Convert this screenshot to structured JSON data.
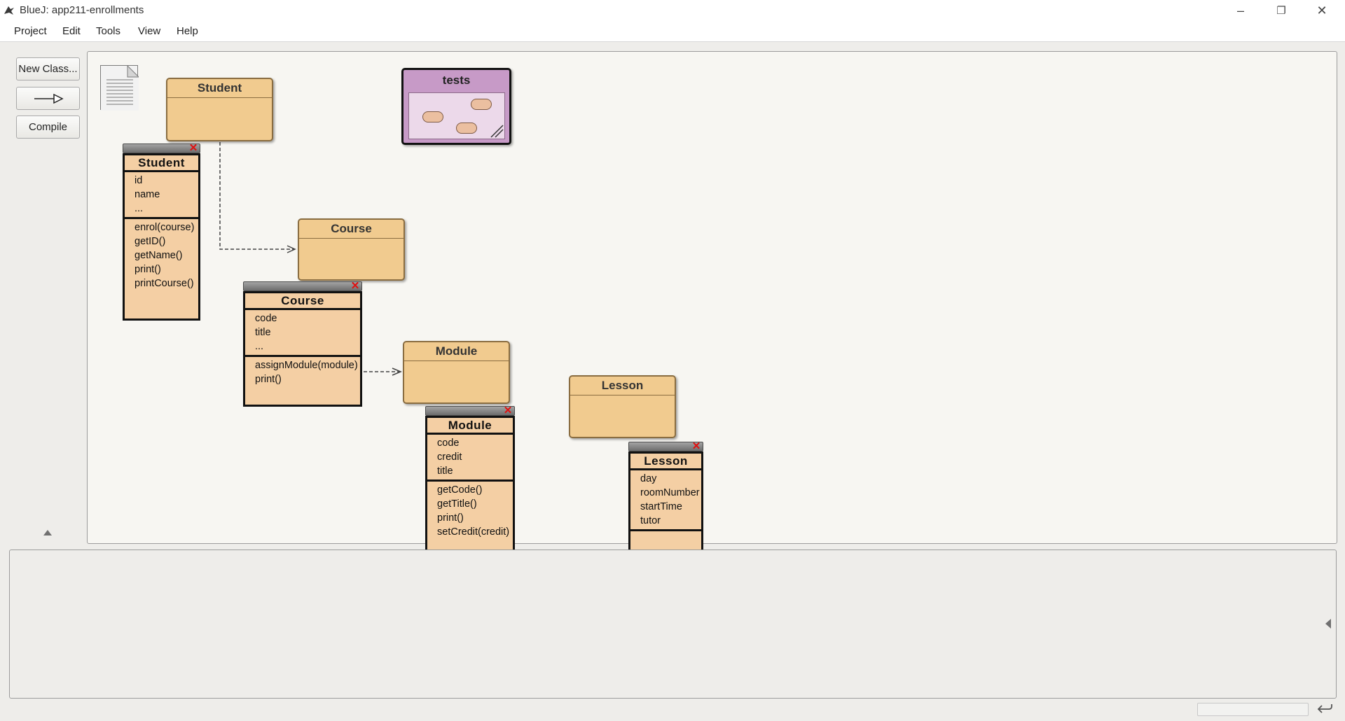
{
  "window": {
    "title": "BlueJ:  app211-enrollments",
    "controls": {
      "minimize": "–",
      "restore": "❐",
      "close": "✕"
    }
  },
  "menu": [
    "Project",
    "Edit",
    "Tools",
    "View",
    "Help"
  ],
  "toolbar": {
    "new_class": "New Class...",
    "compile": "Compile"
  },
  "diagram": {
    "classes": [
      {
        "name": "Student"
      },
      {
        "name": "Course"
      },
      {
        "name": "Module"
      },
      {
        "name": "Lesson"
      }
    ],
    "package": {
      "name": "tests"
    }
  },
  "inspectors": {
    "student": {
      "name": "Student",
      "fields": [
        "id",
        "name",
        "..."
      ],
      "methods": [
        "enrol(course)",
        "getID()",
        "getName()",
        "print()",
        "printCourse()"
      ]
    },
    "course": {
      "name": "Course",
      "fields": [
        "code",
        "title",
        "..."
      ],
      "methods": [
        "assignModule(module)",
        "print()"
      ]
    },
    "module": {
      "name": "Module",
      "fields": [
        "code",
        "credit",
        "title"
      ],
      "methods": [
        "getCode()",
        "getTitle()",
        "print()",
        "setCredit(credit)"
      ]
    },
    "lesson": {
      "name": "Lesson",
      "fields": [
        "day",
        "roomNumber",
        "startTime",
        "tutor"
      ],
      "methods": []
    }
  },
  "colors": {
    "class_fill": "#f1cb8f",
    "inspector_fill": "#f4cfa4",
    "package_fill": "#c79ac7",
    "canvas_bg": "#f7f6f2",
    "close_red": "#e01010"
  },
  "icons": {
    "app": "bluej-bird-icon",
    "readme": "document-icon",
    "arrow_tool": "inheritance-arrow-icon",
    "collapse": "triangle-up-icon",
    "expand": "triangle-left-icon",
    "terminal": "return-arrow-icon"
  }
}
